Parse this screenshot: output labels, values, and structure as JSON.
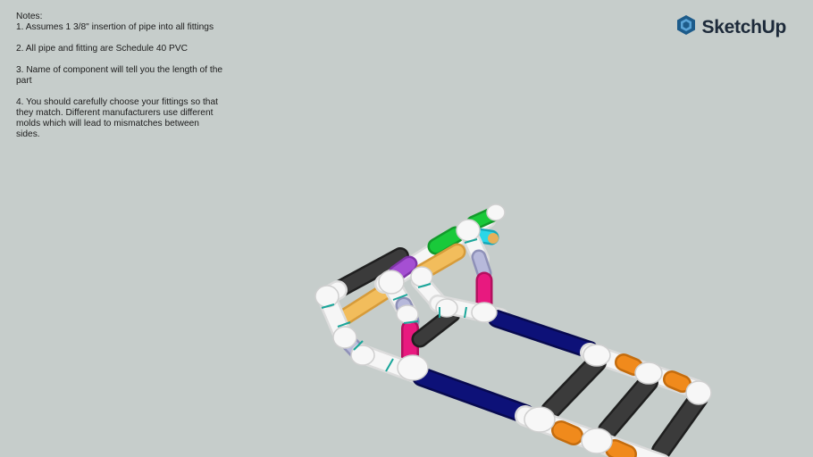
{
  "notes": {
    "heading": "Notes:",
    "items": [
      "1. Assumes 1 3/8\" insertion of pipe into all fittings",
      "2. All pipe and fitting are Schedule 40 PVC",
      "3. Name of component will tell you the length of the part",
      "4. You should carefully choose your fittings so that they match.  Different manufacturers use different molds which will lead to mismatches between sides."
    ]
  },
  "logo": {
    "text": "SketchUp",
    "icon": "sketchup-logo-icon",
    "color": "#1d5b8a"
  },
  "colors": {
    "background": "#c6cdcb",
    "pvc_white": "#f4f4f4",
    "pipe_black": "#2e2e2e",
    "pipe_navy": "#0d1178",
    "pipe_orange": "#f08a1c",
    "pipe_tan": "#f2bd5c",
    "pipe_magenta": "#e8197f",
    "pipe_green": "#19c93a",
    "pipe_cyan": "#2ad6e8",
    "pipe_purple": "#a54fd3",
    "pipe_lavender": "#b7b9db",
    "band_teal": "#1aa69a"
  }
}
